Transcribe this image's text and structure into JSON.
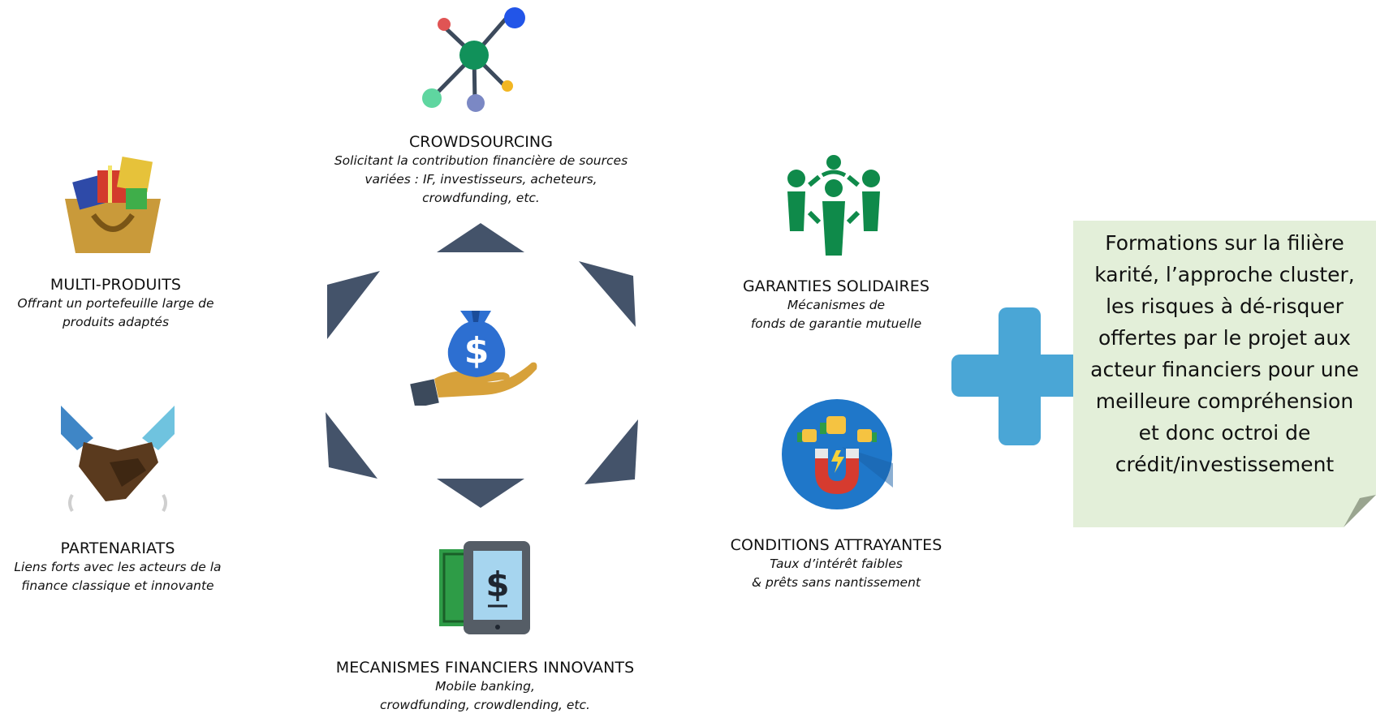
{
  "crowdsourcing": {
    "title": "CROWDSOURCING",
    "description": "Solicitant la contribution financière de sources\nvariées : IF, investisseurs, acheteurs,\ncrowdfunding, etc."
  },
  "multi_produits": {
    "title": "MULTI-PRODUITS",
    "description": "Offrant un portefeuille large de\nproduits adaptés"
  },
  "partenariats": {
    "title": "PARTENARIATS",
    "description": "Liens forts avec les acteurs de la\nfinance classique et innovante"
  },
  "mecanismes": {
    "title": "MECANISMES FINANCIERS INNOVANTS",
    "description": "Mobile banking,\ncrowdfunding, crowdlending,  etc."
  },
  "garanties": {
    "title": "GARANTIES SOLIDAIRES",
    "description": "Mécanismes de\nfonds de garantie mutuelle"
  },
  "conditions": {
    "title": "CONDITIONS ATTRAYANTES",
    "description": "Taux d’intérêt faibles\n& prêts sans nantissement"
  },
  "note": {
    "text": "Formations sur la filière\nkarité, l’approche cluster,\nles risques à dé-risquer\noffertes par le projet aux\nacteur financiers pour une\nmeilleure compréhension\net donc octroi de\ncrédit/investissement"
  },
  "colors": {
    "arrow": "#44536a",
    "plus": "#4aa6d6",
    "note_bg": "#e3efd9",
    "green": "#0f8a4a",
    "blue": "#2d6fd1"
  }
}
